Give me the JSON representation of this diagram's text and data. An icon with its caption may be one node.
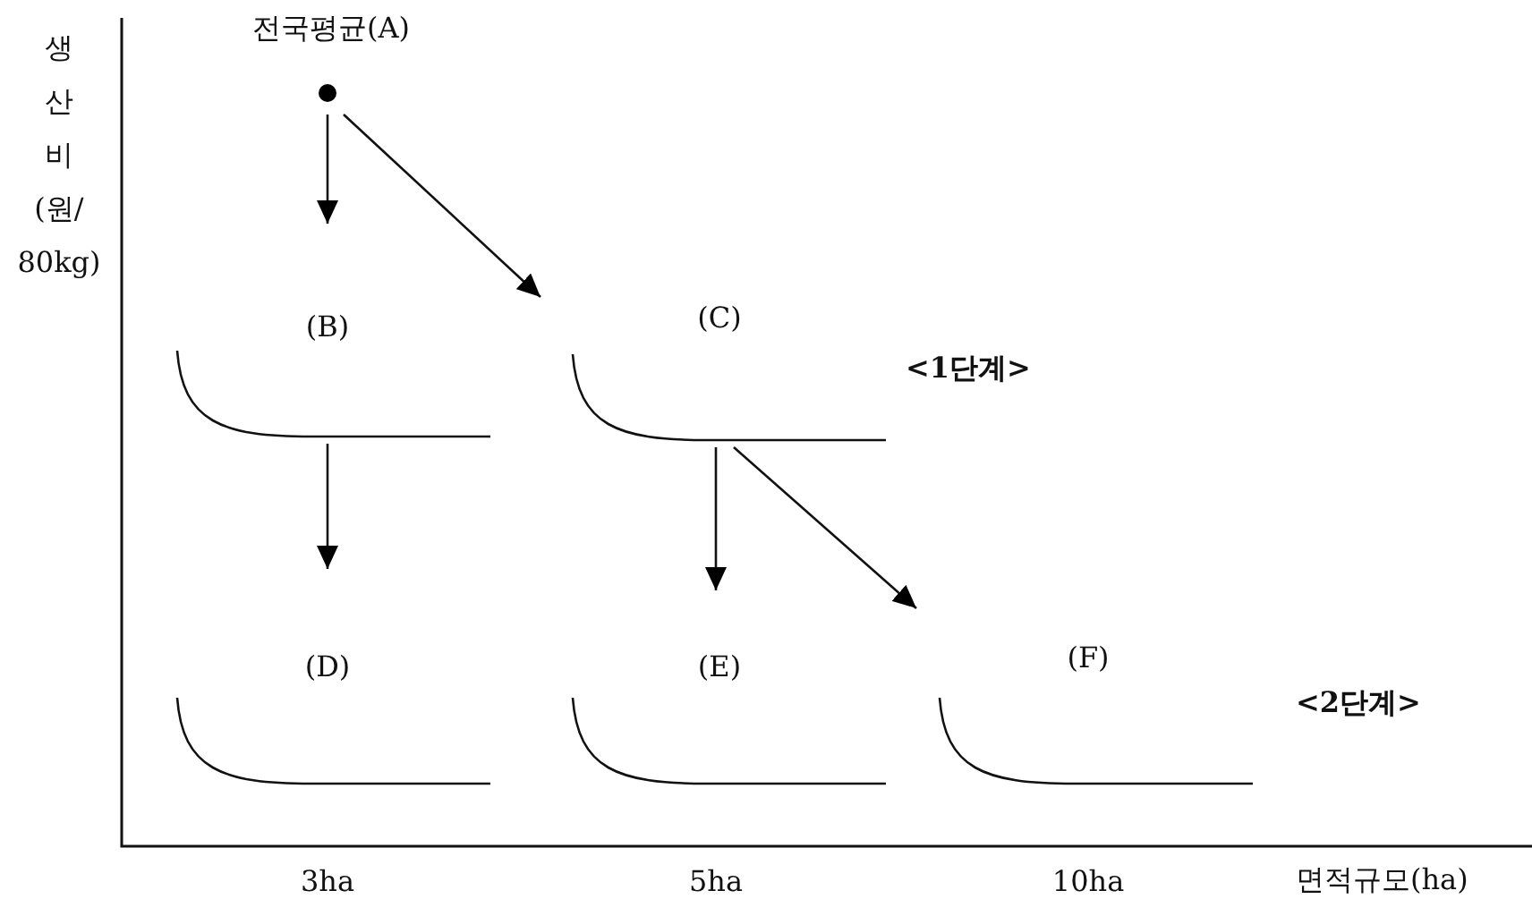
{
  "diagram": {
    "nodes": [
      {
        "text": [
          "전국평균(A)"
        ]
      },
      {
        "text": [
          "(B)"
        ]
      },
      {
        "text": [
          "(C)"
        ]
      },
      {
        "text": [
          "(D)"
        ]
      },
      {
        "text": [
          "(E)"
        ]
      },
      {
        "text": [
          "(F)"
        ]
      }
    ],
    "edges": [
      {
        "from": 0,
        "to": 1,
        "arrow": "to"
      },
      {
        "from": 0,
        "to": 2,
        "arrow": "to"
      },
      {
        "from": 1,
        "to": 3,
        "arrow": "to"
      },
      {
        "from": 2,
        "to": 4,
        "arrow": "to"
      },
      {
        "from": 2,
        "to": 5,
        "arrow": "to"
      }
    ],
    "labels": [
      "생산비 (원/ 80kg)",
      "<1단계>",
      "<2단계>",
      "3ha",
      "5ha",
      "10ha",
      "면적규모(ha)"
    ]
  }
}
